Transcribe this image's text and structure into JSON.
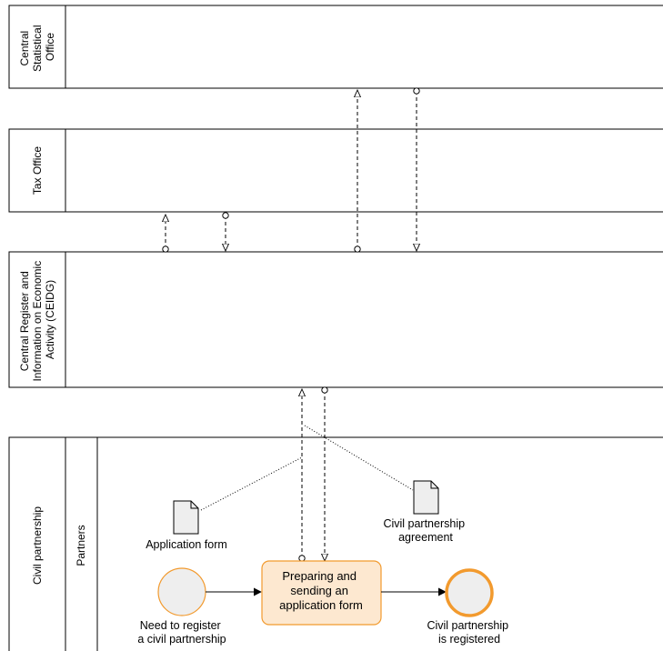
{
  "pools": {
    "central_statistical_office": [
      "Central",
      "Statistical",
      "Office"
    ],
    "tax_office": [
      "Tax Office"
    ],
    "ceidg": [
      "Central Register and",
      "Information on Economic",
      "Activity (CEIDG)"
    ],
    "civil_partnership": [
      "Civil partnership"
    ]
  },
  "lanes": {
    "partners": [
      "Partners"
    ]
  },
  "data_objects": {
    "application_form": [
      "Application form"
    ],
    "civil_partnership_agreement": [
      "Civil partnership",
      "agreement"
    ]
  },
  "events": {
    "start": [
      "Need to register",
      "a civil partnership"
    ],
    "end": [
      "Civil partnership",
      "is registered"
    ]
  },
  "tasks": {
    "prepare_send": [
      "Preparing and",
      "sending an",
      "application form"
    ]
  },
  "colors": {
    "accent_orange": "#f29a2e",
    "task_fill": "#fde8d0",
    "event_fill": "#eeeeee",
    "doc_fill": "#eeeeee"
  }
}
